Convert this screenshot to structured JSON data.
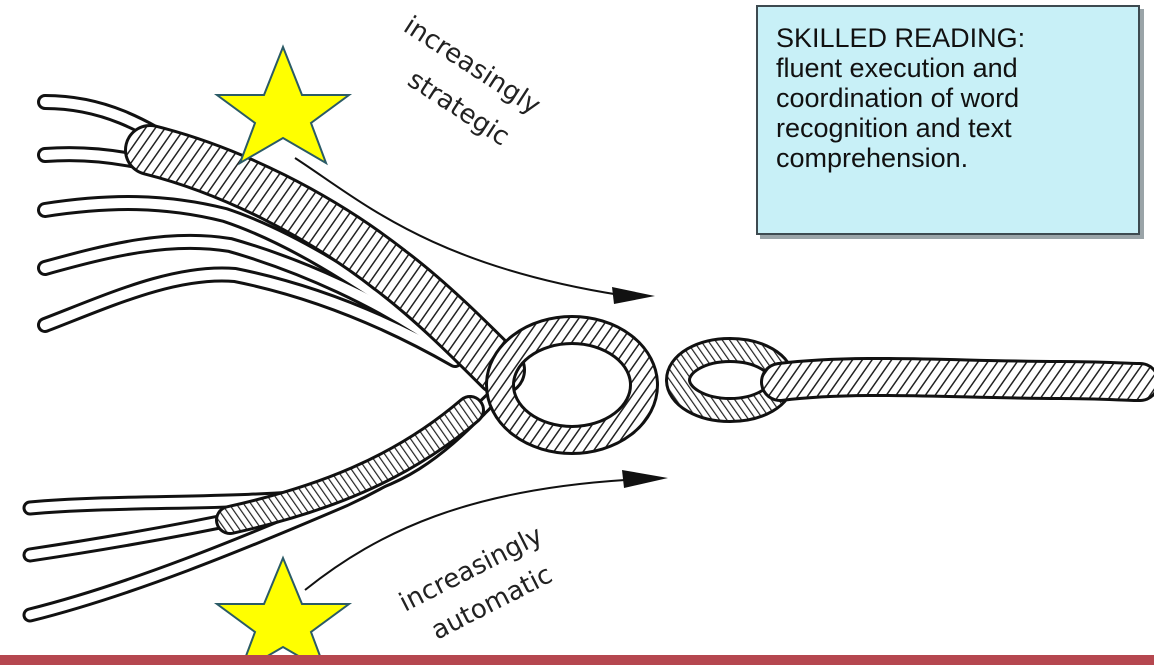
{
  "callout": {
    "title": "SKILLED READING:",
    "lines": [
      "fluent execution and",
      "coordination of word",
      "recognition and text",
      "comprehension."
    ]
  },
  "labels": {
    "top_line1": "increasingly",
    "top_line2": "strategic",
    "bottom_line1": "increasingly",
    "bottom_line2": "automatic"
  },
  "colors": {
    "star": "#ffff00",
    "star_outline": "#2b5b66",
    "callout_bg": "#c8f0f7",
    "bottom_bar": "#b5474f"
  }
}
